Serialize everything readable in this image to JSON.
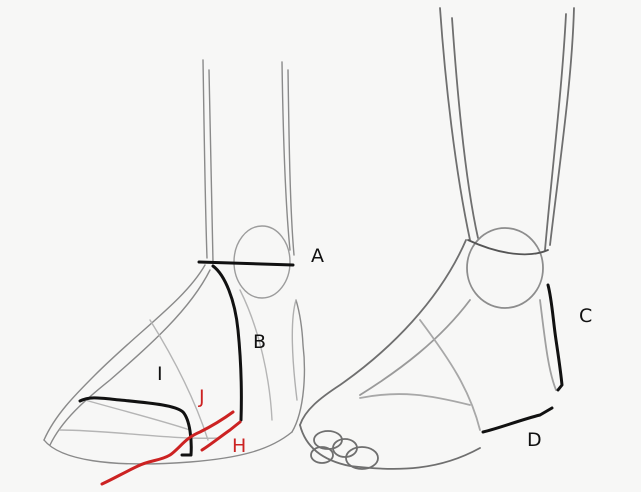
{
  "colors": {
    "paper": "#f7f7f6",
    "pencil": "#8a8a8a",
    "pencil_light": "#b9b9b9",
    "ink_black": "#111111",
    "ink_red": "#cc2222"
  },
  "labels": {
    "A": "A",
    "B": "B",
    "C": "C",
    "D": "D",
    "H": "H",
    "I": "I",
    "J": "J"
  }
}
